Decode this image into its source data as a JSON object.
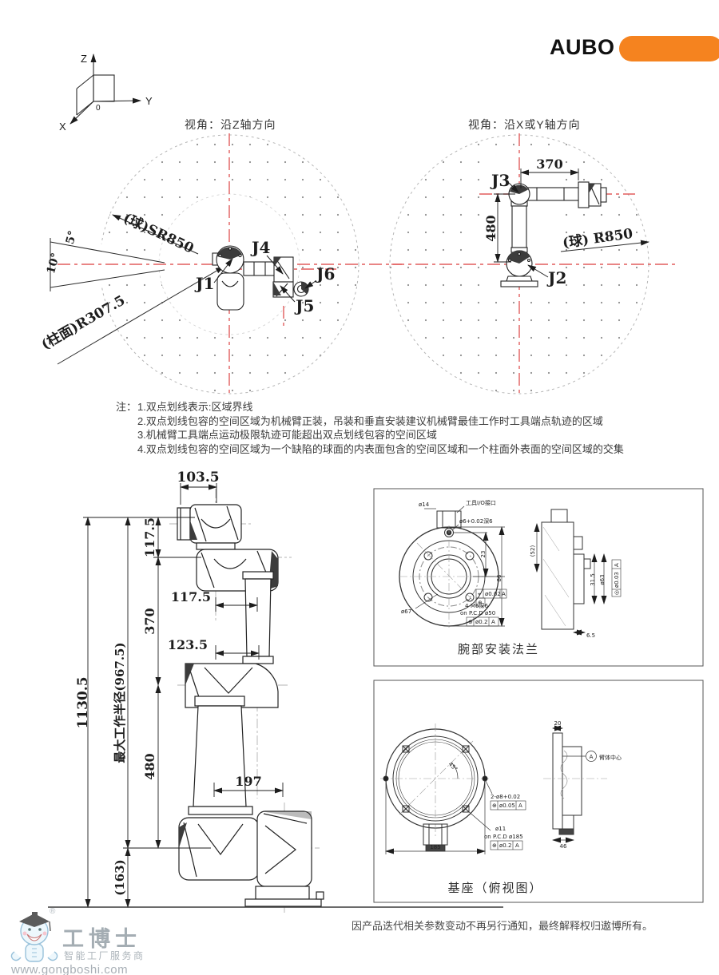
{
  "header": {
    "brand": "AUBO",
    "accent_color": "#F5831F"
  },
  "axes": {
    "z": "Z",
    "y": "Y",
    "x": "X",
    "o": "0"
  },
  "top_view": {
    "title": "视角：沿Z轴方向",
    "sphere": "(球)SR850",
    "cylinder": "(柱面)R307.5",
    "a5": "5°",
    "a10": "10°",
    "j1": "J1",
    "j4": "J4",
    "j5": "J5",
    "j6": "J6"
  },
  "side_view": {
    "title": "视角：沿X或Y轴方向",
    "sphere": "(球) R850",
    "d370": "370",
    "d480": "480",
    "j2": "J2",
    "j3": "J3"
  },
  "notes": {
    "prefix": "注：",
    "items": [
      "1.双点划线表示:区域界线",
      "2.双点划线包容的空间区域为机械臂正装，吊装和垂直安装建议机械臂最佳工作时工具端点轨迹的区域",
      "3.机械臂工具端点运动极限轨迹可能超出双点划线包容的空间区域",
      "4.双点划线包容的空间区域为一个缺陷的球面的内表面包含的空间区域和一个柱面外表面的空间区域的交集"
    ]
  },
  "robot_dims": {
    "w1035": "103.5",
    "v1175": "117.5",
    "h1175": "117.5",
    "v370": "370",
    "h1235": "123.5",
    "v480": "480",
    "v163": "(163)",
    "total": "1130.5",
    "radius": "最大工作半径(967.5)",
    "h197": "197"
  },
  "flange": {
    "caption": "腕部安装法兰",
    "d14": "ø14",
    "io": "工具I/O接口",
    "pin": "ø6+0.02深6",
    "d23": "23",
    "d86": "86",
    "tol1_sym": "⌖",
    "tol1_val": "ø0.02",
    "tol1_ref": "A",
    "tol2_sym": "⊕",
    "d67": "ø67",
    "m6": "4-M6深6",
    "pcd": "on P.C.D ø50",
    "tol3_sym": "⊕",
    "tol3_val": "ø0.2",
    "tol3_ref": "A",
    "d52": "(52)",
    "d315": "31.5",
    "d63": "ø63",
    "tol4_sym": "◎",
    "tol4_val": "ø0.03",
    "tol4_ref": "A",
    "d65": "6.5"
  },
  "base": {
    "caption": "基座（俯视图）",
    "a45": "45°",
    "holes8": "2-ø8+0.02",
    "tol1_sym": "⊕",
    "tol1_val": "ø0.05",
    "tol1_ref": "A",
    "d11": "ø11",
    "pcd": "on P.C.D ø185",
    "tol2_sym": "⊕",
    "tol2_val": "ø0.2",
    "tol2_ref": "A",
    "d185": "185",
    "d20": "20",
    "d46": "46",
    "center": "臂体中心",
    "datum": "A"
  },
  "watermark": {
    "reg": "®",
    "name": "工博士",
    "tagline": "智能工厂服务商",
    "url": "www.gongboshi.com"
  },
  "disclaimer": "因产品迭代相关参数变动不再另行通知，最终解释权归遨博所有。"
}
